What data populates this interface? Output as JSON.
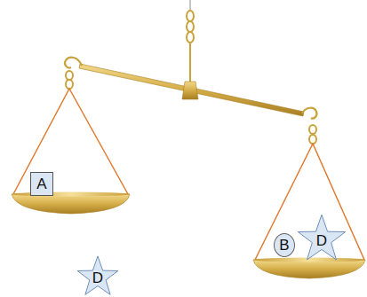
{
  "diagram": {
    "nodes": [
      {
        "text": [
          "A"
        ]
      },
      {
        "text": [
          "B"
        ]
      },
      {
        "text": [
          "D"
        ]
      },
      {
        "text": [
          "D"
        ]
      }
    ]
  }
}
